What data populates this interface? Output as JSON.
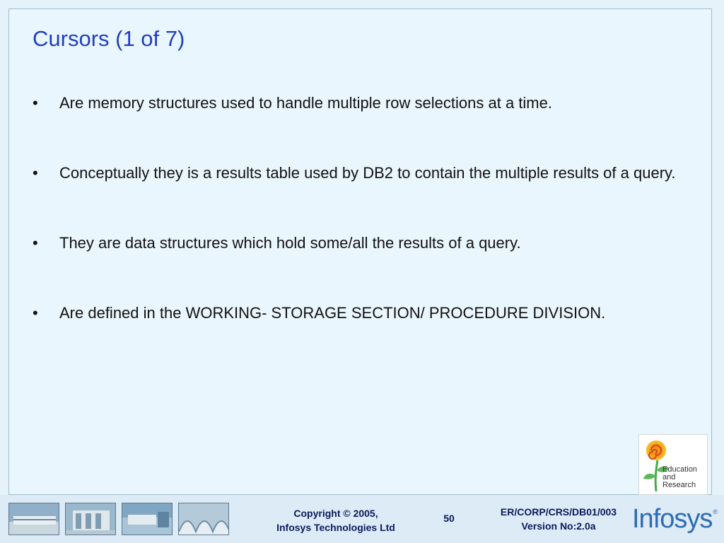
{
  "slide": {
    "title": "Cursors (1 of 7)",
    "bullets": [
      "Are memory structures used to handle multiple row selections at a time.",
      "Conceptually they is a results table used by DB2 to contain the multiple results of a query.",
      "They are data structures which hold some/all the results of a query.",
      "Are defined in the WORKING- STORAGE SECTION/ PROCEDURE DIVISION."
    ],
    "bullet_symbol": "•"
  },
  "logo": {
    "lines": [
      "Education",
      "and",
      "Research"
    ],
    "icon": "flower-logo-icon"
  },
  "footer": {
    "copyright_line1": "Copyright © 2005,",
    "copyright_line2": "Infosys Technologies Ltd",
    "page_number": "50",
    "doc_id_line1": "ER/CORP/CRS/DB01/003",
    "doc_id_line2": "Version No:2.0a",
    "brand": "Infosys",
    "brand_mark": "®",
    "photos": [
      "building-photo-icon",
      "building-photo-icon",
      "campus-photo-icon",
      "arches-photo-icon"
    ]
  },
  "colors": {
    "title": "#1f3fbf",
    "background": "#e6f2fa",
    "footer_text": "#0a1a5a",
    "brand": "#2f6cb0"
  }
}
